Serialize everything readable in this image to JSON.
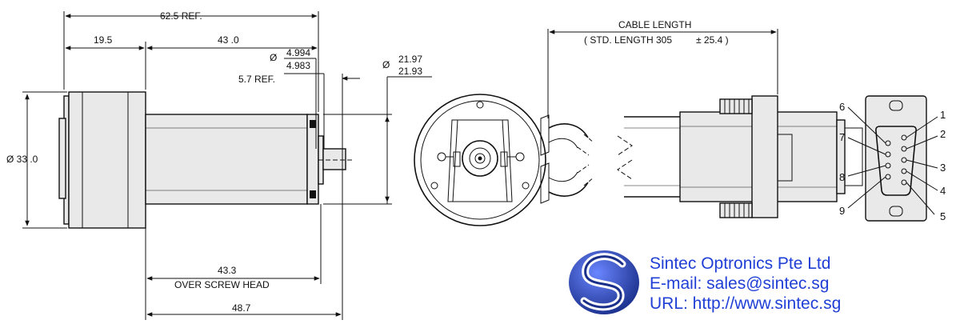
{
  "dimensions": {
    "overall": "62.5   REF.",
    "cap": "19.5",
    "body": "43 .0",
    "shaft_dia_sym": "Ø",
    "shaft_dia_max": "4.994",
    "shaft_dia_min": "4.983",
    "shaft_len": "5.7   REF.",
    "pilot_dia_sym": "Ø",
    "pilot_dia_max": "21.97",
    "pilot_dia_min": "21.93",
    "body_dia": "Ø  33 .0",
    "over_screw_value": "43.3",
    "over_screw_label": "OVER SCREW HEAD",
    "total_len": "48.7"
  },
  "cable": {
    "title": "CABLE LENGTH",
    "std_length": "( STD. LENGTH 305",
    "tolerance": "± 25.4 )"
  },
  "connector_pins": [
    "1",
    "2",
    "3",
    "4",
    "5",
    "6",
    "7",
    "8",
    "9"
  ],
  "company": {
    "name": "Sintec Optronics Pte Ltd",
    "email": "E-mail: sales@sintec.sg",
    "url": "URL: http://www.sintec.sg"
  },
  "colors": {
    "brand_blue": "#1f3fd6",
    "logo_dark": "#1a2f8a",
    "line": "#111111"
  }
}
